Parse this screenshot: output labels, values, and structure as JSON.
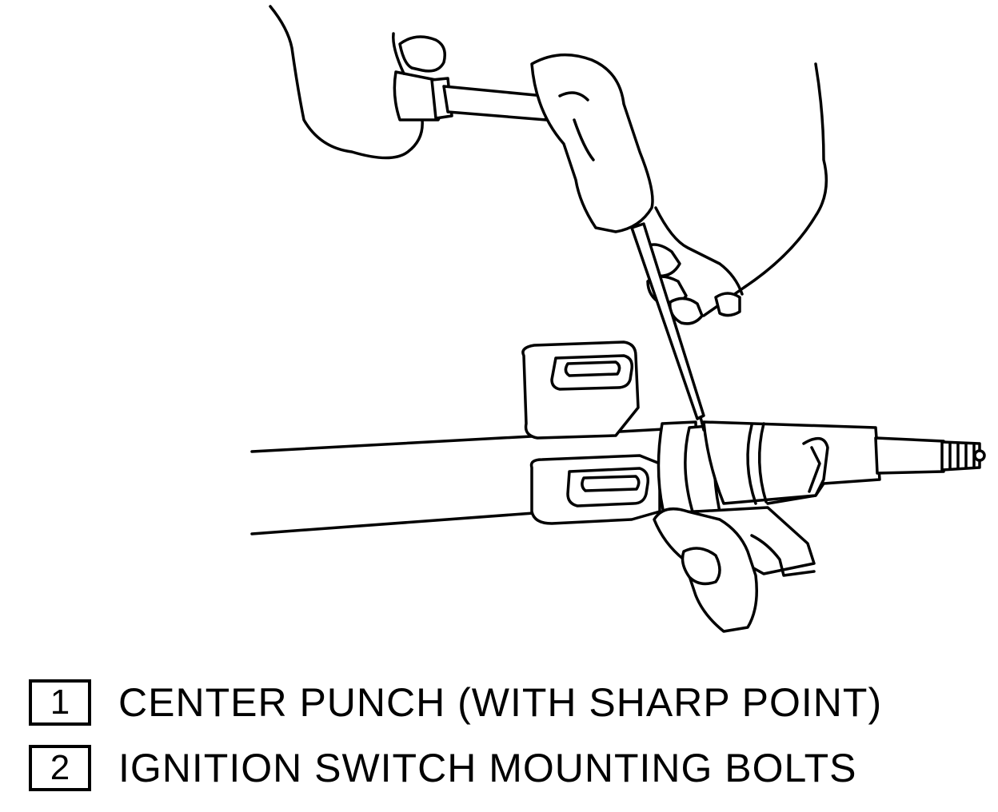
{
  "legend": [
    {
      "number": "1",
      "text": "CENTER PUNCH (WITH SHARP POINT)"
    },
    {
      "number": "2",
      "text": "IGNITION SWITCH MOUNTING BOLTS"
    }
  ],
  "colors": {
    "ink": "#000000",
    "paper": "#ffffff"
  }
}
